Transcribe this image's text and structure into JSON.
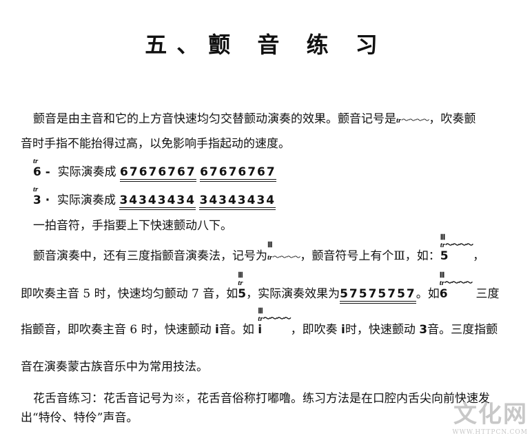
{
  "title": "五、颤 音 练 习",
  "para1": {
    "line1a": "颤音是由主音和它的上方音快速均匀交替颤动演奏的效果。颤音记号是",
    "trill_mark": "tr",
    "wave": "～～～～",
    "line1b": "，吹奏颤",
    "line2": "音时手指不能抬得过高，以免影响手指起动的速度。"
  },
  "examples": [
    {
      "tr": "tr",
      "note": "6 -",
      "label": "实际演奏成",
      "group1": "67676767",
      "group2": "67676767"
    },
    {
      "tr": "tr",
      "note": "3 ·",
      "label": "实际演奏成",
      "group1": "34343434",
      "group2": "34343434"
    }
  ],
  "para2": "一拍音符，手指要上下快速颤动八下。",
  "para3": {
    "line1a": "颤音演奏中，还有三度指颤音演奏法，记号为",
    "roman": "Ⅲ",
    "line1b": "，颤音符号上有个Ⅲ，如：",
    "ex_note": "5",
    "line1c": "，",
    "line2a": "即吹奏主音 5 时，快速均匀颤动 7 音，如",
    "ex2_note": "5",
    "line2b": "，实际演奏效果为",
    "result": "57575757",
    "line2c": "。如",
    "ex3_note": "6",
    "line2d": "三度",
    "line3a": "指颤音，即吹奏主音 6 时，快速颤动",
    "line3_note": "i",
    "line3b": "音。如",
    "ex4_note": "i",
    "line3c": "，即吹奏",
    "line3_note2": "i",
    "line3d": "时，快速颤动",
    "line3_note3": "3",
    "line3e": "音。三度指颤",
    "line4": "音在演奏蒙古族音乐中为常用技法。"
  },
  "para4": {
    "line1": "花舌音练习：花舌音记号为※，花舌音俗称打嘟噜。练习方法是在口腔内舌尖向前快速发",
    "line2": "出“特伶、特伶”声音。"
  },
  "watermark": {
    "logo": "文化网",
    "url": "WWW.HTTPCN.COM"
  }
}
